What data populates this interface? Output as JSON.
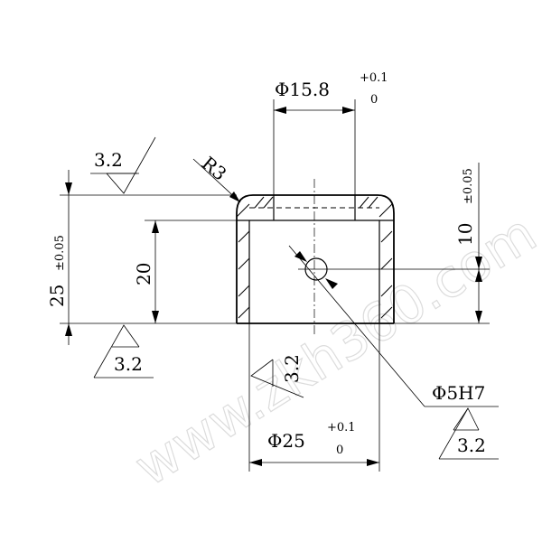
{
  "dimensions": {
    "top_diameter": {
      "label": "Φ15.8",
      "upper_tol": "+0.1",
      "lower_tol": "0"
    },
    "bottom_diameter": {
      "label": "Φ25",
      "upper_tol": "+0.1",
      "lower_tol": "0"
    },
    "radius": {
      "label": "R3"
    },
    "height_total": {
      "label": "25",
      "tol": "±0.05"
    },
    "height_inner": {
      "label": "20"
    },
    "hole_height": {
      "label": "10",
      "tol": "±0.05"
    },
    "hole": {
      "label": "Φ5H7"
    }
  },
  "roughness": {
    "top_left": "3.2",
    "bottom_left": "3.2",
    "center": "3.2",
    "hole": "3.2"
  },
  "watermark": "www.zkh360.com"
}
